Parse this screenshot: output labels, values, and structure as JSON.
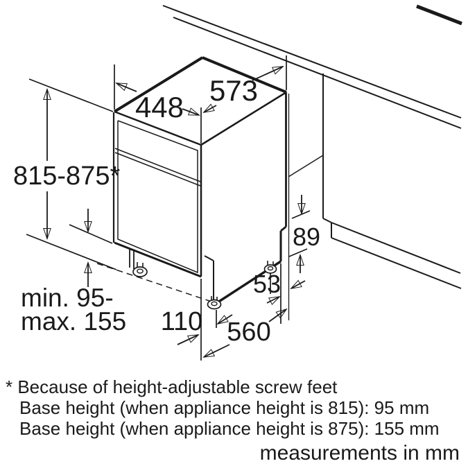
{
  "dimensions": {
    "top_width": "448",
    "top_depth": "573",
    "height_range": "815-875*",
    "rear_height": "89",
    "rear_offset": "53",
    "foot_inset": "110",
    "bottom_depth": "560",
    "base_min": "min. 95-",
    "base_max": "max. 155"
  },
  "footnote": {
    "line1": "* Because of height-adjustable screw feet",
    "line2": "Base height (when appliance height is 815): 95 mm",
    "line3": "Base height (when appliance height is 875): 155 mm"
  },
  "units_note": "measurements in mm",
  "colors": {
    "line": "#1a1a1a",
    "background": "#ffffff"
  }
}
